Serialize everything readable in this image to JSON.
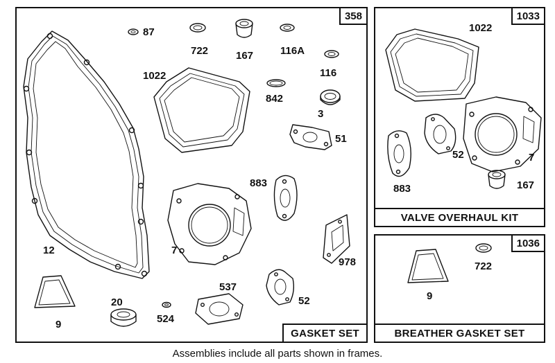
{
  "frames": {
    "gasket_set": {
      "number": "358",
      "title": "GASKET SET"
    },
    "valve_overhaul": {
      "number": "1033",
      "title": "VALVE OVERHAUL KIT"
    },
    "breather": {
      "number": "1036",
      "title": "BREATHER GASKET SET"
    }
  },
  "parts_gasket": {
    "p87": "87",
    "p722": "722",
    "p167": "167",
    "p116a": "116A",
    "p116": "116",
    "p1022": "1022",
    "p842": "842",
    "p3": "3",
    "p51": "51",
    "p883": "883",
    "p12": "12",
    "p7": "7",
    "p978": "978",
    "p537": "537",
    "p52": "52",
    "p20": "20",
    "p524": "524",
    "p9": "9"
  },
  "parts_valve": {
    "p1022": "1022",
    "p52": "52",
    "p7": "7",
    "p883": "883",
    "p167": "167"
  },
  "parts_breather": {
    "p9": "9",
    "p722": "722"
  },
  "footer": "Assemblies include all parts shown in frames."
}
